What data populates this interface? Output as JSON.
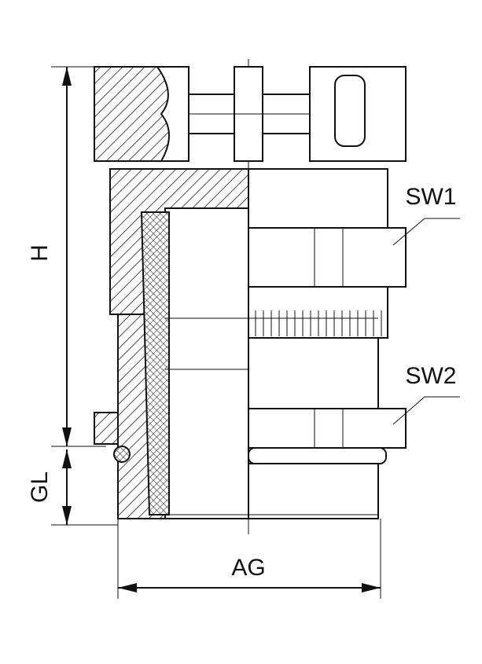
{
  "drawing": {
    "labels": {
      "height": "H",
      "thread_length": "GL",
      "outer_thread": "AG",
      "wrench_size_1": "SW1",
      "wrench_size_2": "SW2"
    }
  }
}
